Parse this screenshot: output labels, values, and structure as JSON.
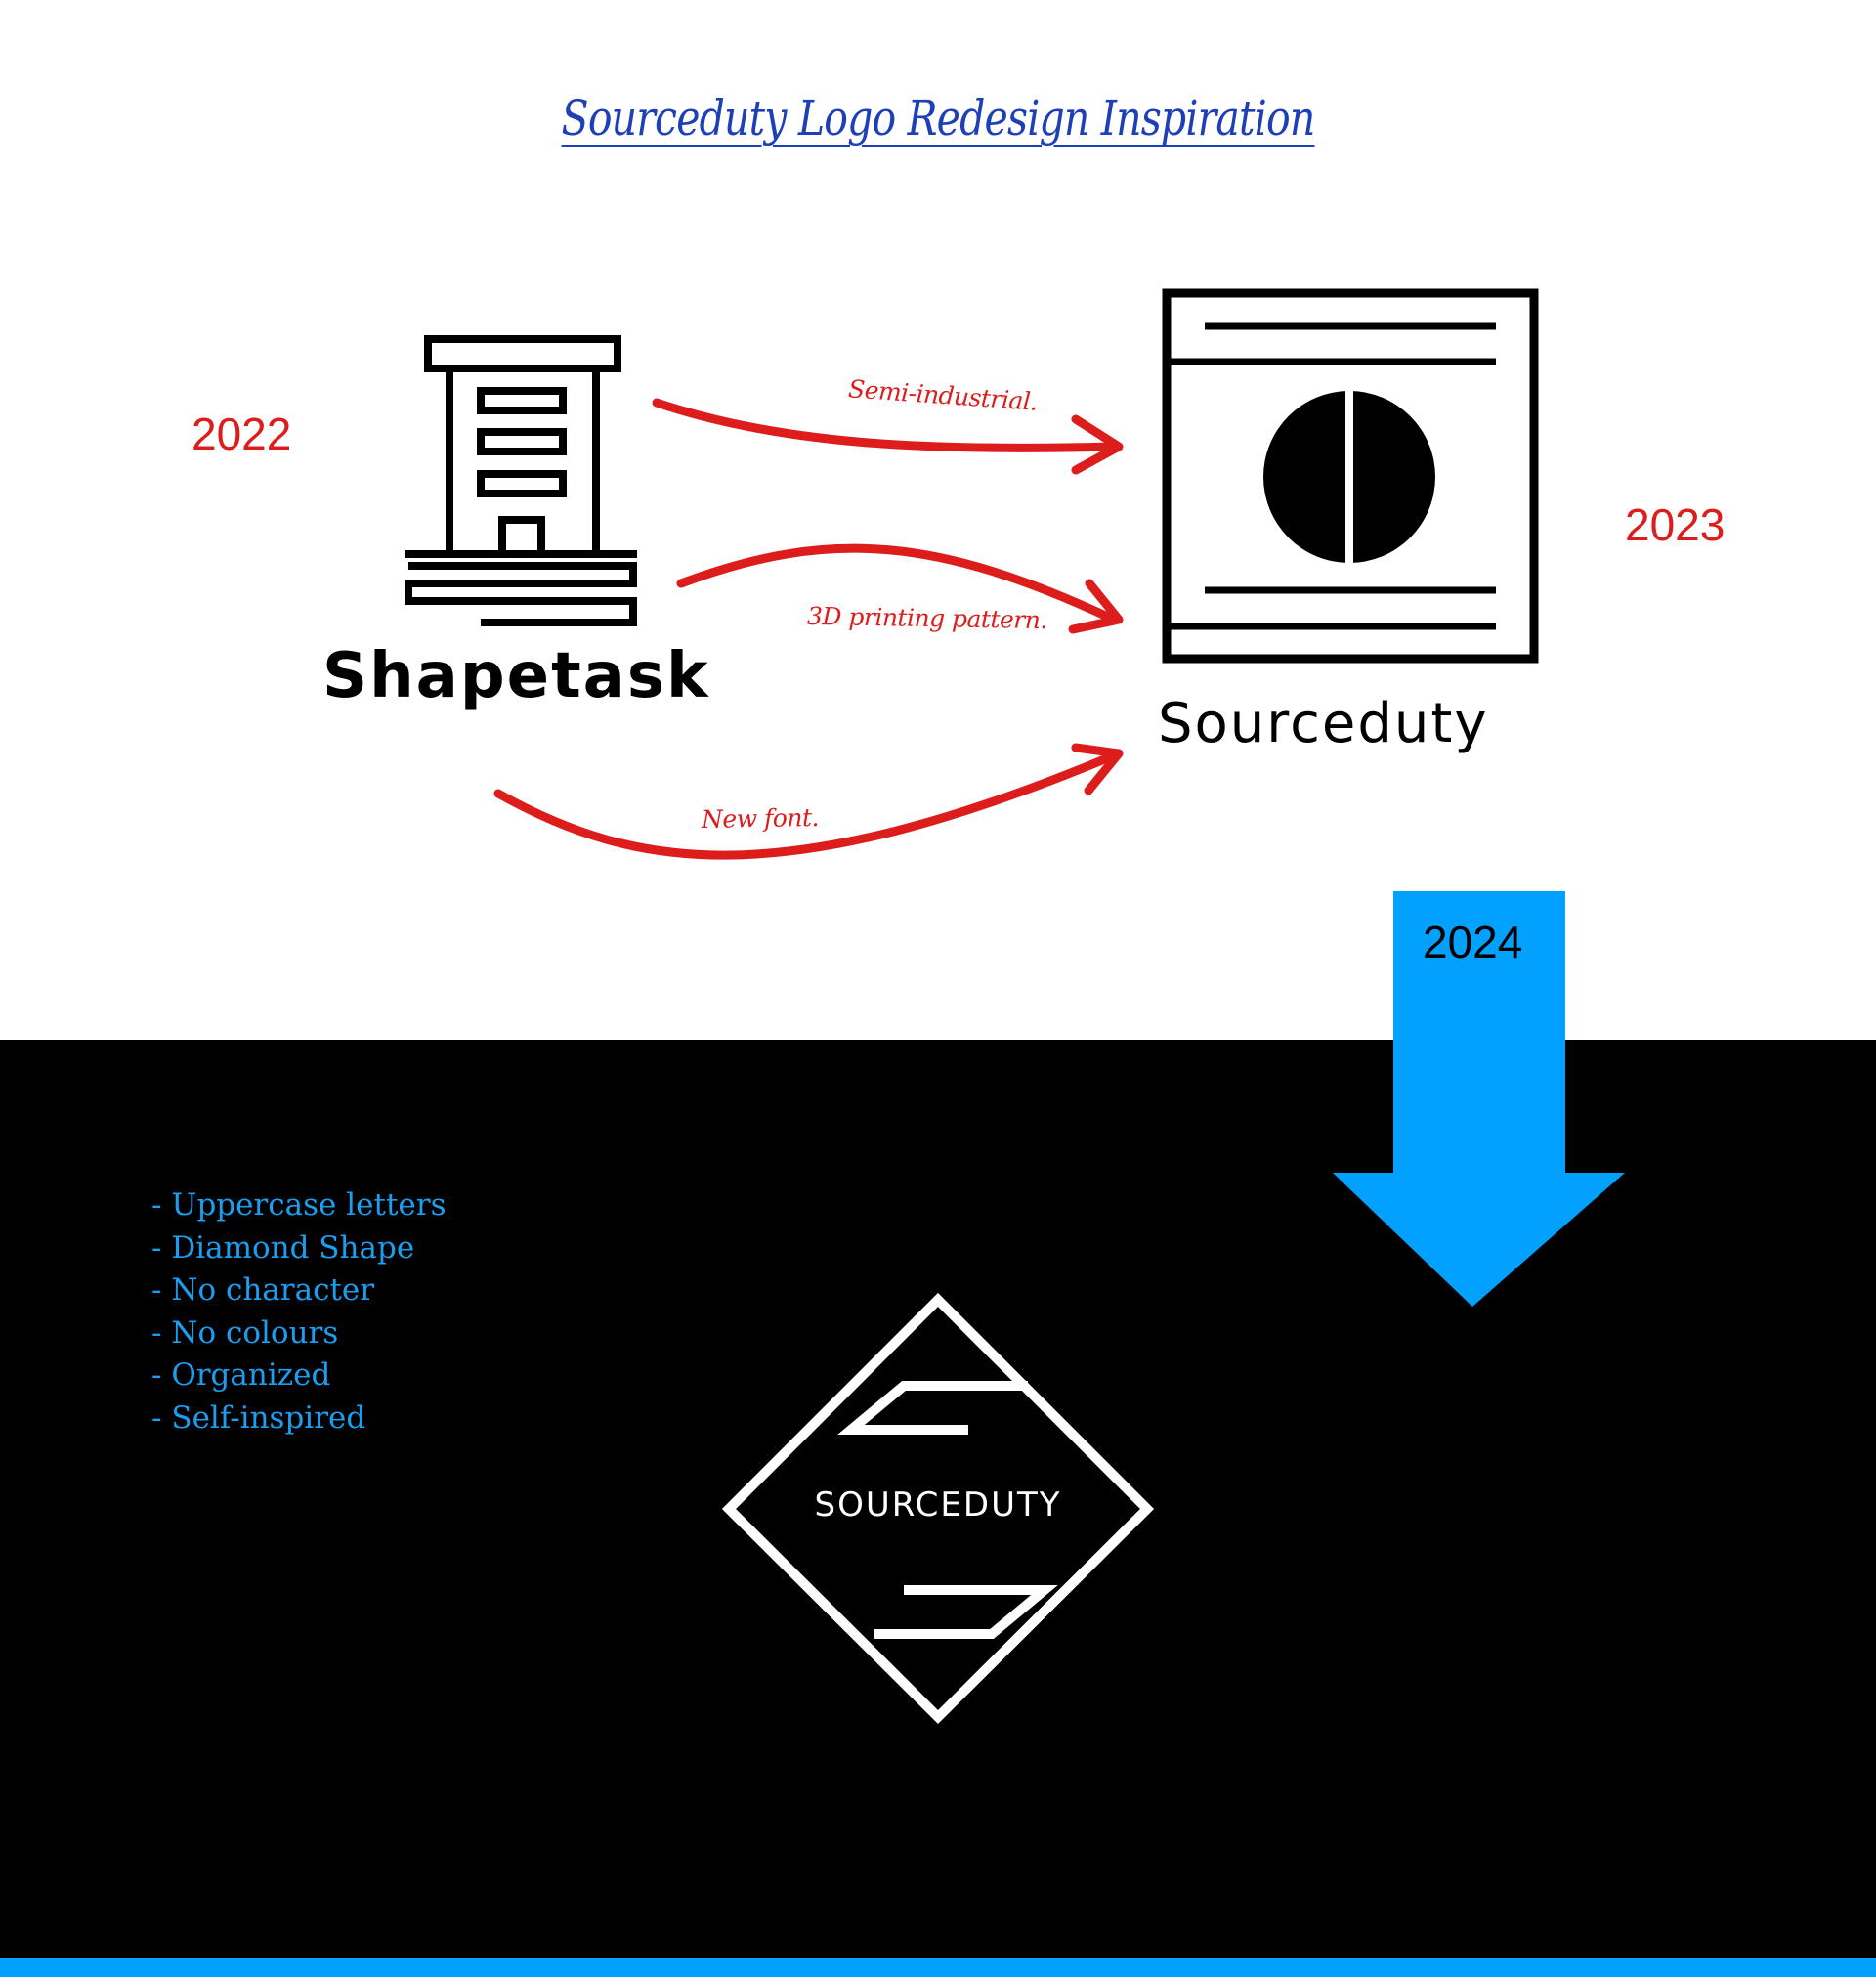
{
  "title": "Sourceduty Logo Redesign Inspiration",
  "timeline": {
    "year_2022": "2022",
    "year_2023": "2023",
    "year_2024": "2024"
  },
  "logos": {
    "old_name": "Shapetask",
    "mid_name": "Sourceduty",
    "new_name": "SOURCEDUTY"
  },
  "annotations": {
    "semi_industrial": "Semi-industrial.",
    "printing_pattern": "3D printing pattern.",
    "new_font": "New font."
  },
  "features": [
    "- Uppercase letters",
    "- Diamond Shape",
    "- No character",
    "- No colours",
    "- Organized",
    "- Self-inspired"
  ],
  "colors": {
    "title": "#1d3fb8",
    "arrow_red": "#dd1c1c",
    "accent_blue": "#02a1ff",
    "features_blue": "#1a9ef0",
    "dark_bg": "#000000"
  }
}
